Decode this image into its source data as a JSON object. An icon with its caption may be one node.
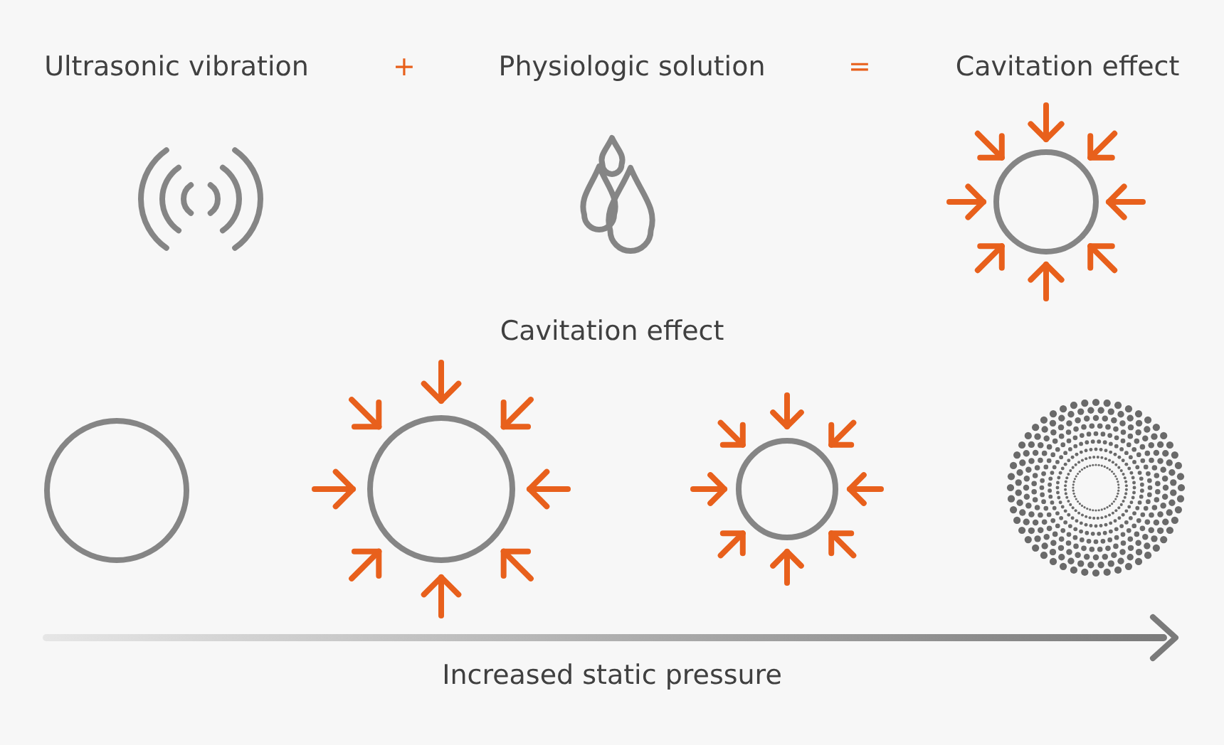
{
  "diagram": {
    "labels": [
      "Ultrasonic vibration",
      "+",
      "Physiologic solution",
      "=",
      "Cavitation effect",
      "Cavitation effect",
      "Increased static pressure"
    ]
  }
}
